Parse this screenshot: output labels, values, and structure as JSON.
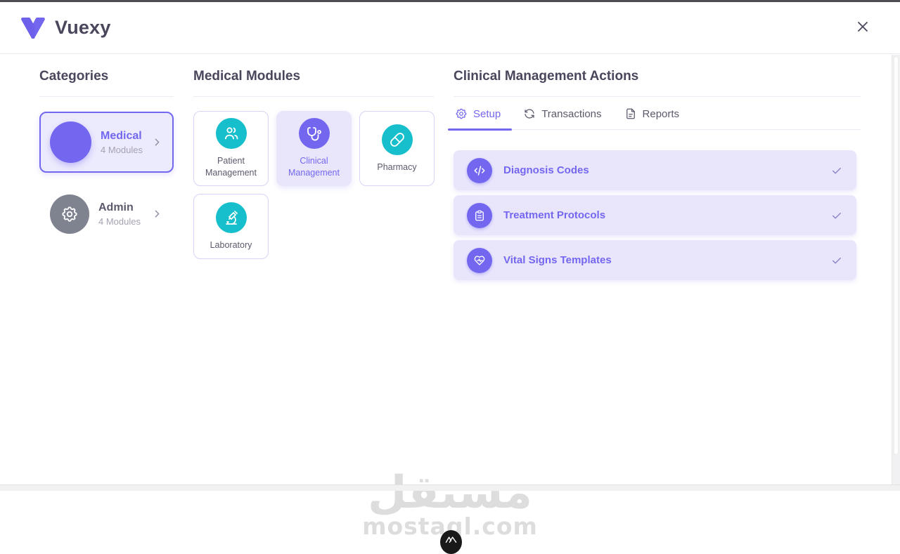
{
  "window": {
    "title": "Vuexy"
  },
  "colors": {
    "accent": "#7367F0",
    "accent_bg": "#E9E6FC",
    "teal": "#17BFCC",
    "text_dark": "#4B465C",
    "text_muted": "#A5A2B1"
  },
  "sections": {
    "categories": {
      "title": "Categories",
      "items": [
        {
          "name": "Medical",
          "modules": "4 Modules",
          "selected": true
        },
        {
          "name": "Admin",
          "modules": "4 Modules",
          "selected": false
        }
      ]
    },
    "modules": {
      "title": "Medical Modules",
      "items": [
        {
          "label": "Patient Management",
          "selected": false
        },
        {
          "label": "Clinical Management",
          "selected": true
        },
        {
          "label": "Pharmacy",
          "selected": false
        },
        {
          "label": "Laboratory",
          "selected": false
        }
      ]
    },
    "actions": {
      "title": "Clinical Management Actions",
      "tabs": [
        {
          "label": "Setup",
          "active": true
        },
        {
          "label": "Transactions",
          "active": false
        },
        {
          "label": "Reports",
          "active": false
        }
      ],
      "rows": [
        {
          "label": "Diagnosis Codes",
          "status": "checked"
        },
        {
          "label": "Treatment Protocols",
          "status": "checked"
        },
        {
          "label": "Vital Signs Templates",
          "status": "checked"
        }
      ]
    }
  },
  "watermark": {
    "arabic": "مستقل",
    "domain": "mostaql.com"
  }
}
